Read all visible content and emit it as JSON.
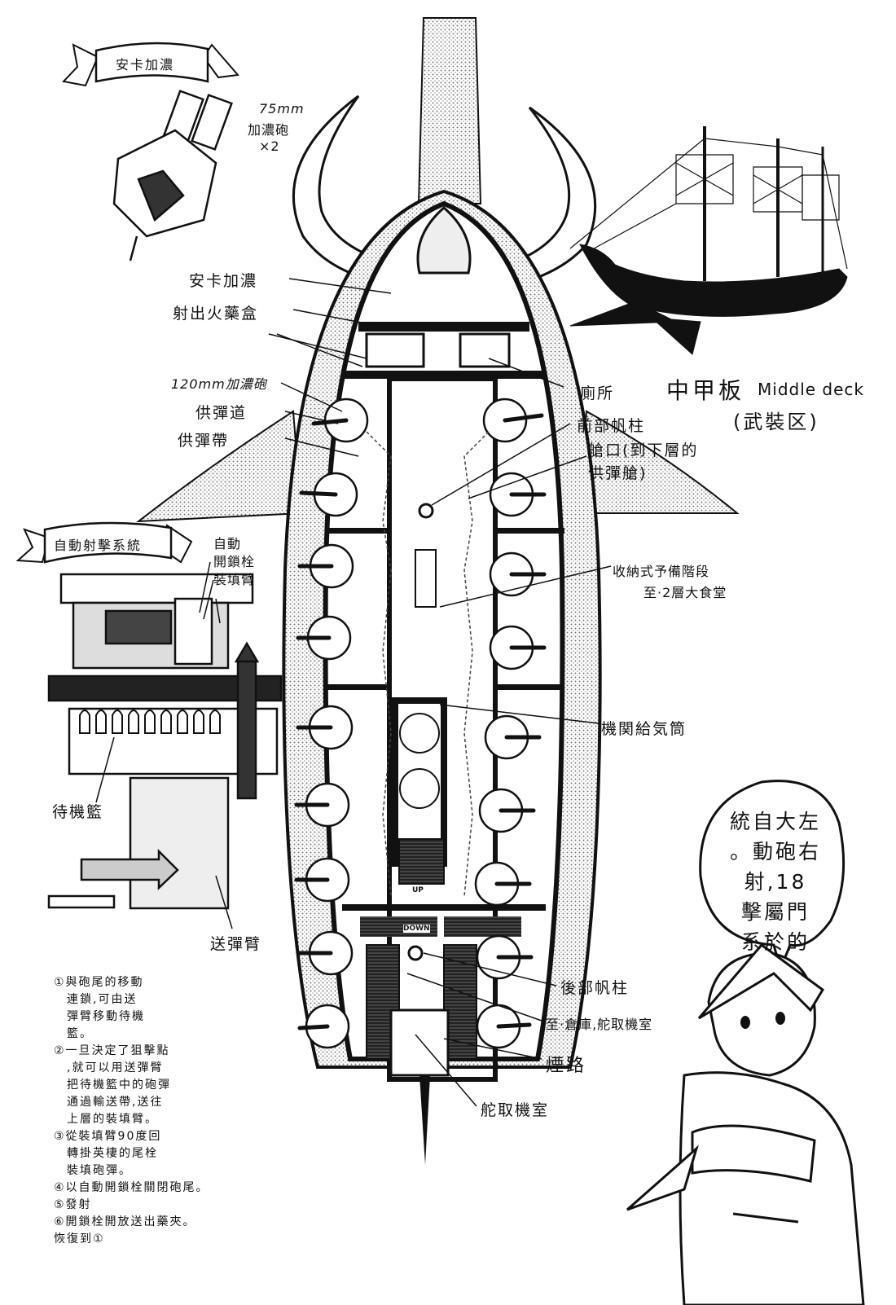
{
  "titles": {
    "deck_zh": "中甲板",
    "deck_en": "Middle deck",
    "zone": "(武裝区)"
  },
  "banners": {
    "top": "安卡加濃",
    "left": "自動射擊系統"
  },
  "inset_top": {
    "cannon_size": "75mm",
    "cannon_name": "加濃砲",
    "count": "×2"
  },
  "inset_left": {
    "lock_1": "自動",
    "lock_2": "開鎖栓",
    "load_arm": "裝填臂",
    "rack": "待機籃",
    "feed_arm": "送彈臂"
  },
  "labels_left": {
    "ancaganon": "安卡加濃",
    "powder": "射出火藥盒",
    "cannon120": "120mm加濃砲",
    "feed_path": "供彈道",
    "feed_belt": "供彈帶"
  },
  "labels_right": {
    "toilet": "廁所",
    "fore_mast": "前部帆柱",
    "hatch_1": "艙口(到下層的",
    "hatch_2": "供彈艙)",
    "stairs_1": "收納式予備階段",
    "stairs_2": "至·2層大食堂",
    "intake": "機関給気筒",
    "aft_mast": "後部帆柱",
    "to_storage": "至·倉庫,舵取機室",
    "flue": "煙路",
    "steering": "舵取機室"
  },
  "deck_marks": {
    "up": "UP",
    "down": "DOWN"
  },
  "steps": [
    "①與砲尾的移動",
    "　連鎖,可由送",
    "　彈臂移動待機",
    "　籃。",
    "②一旦決定了狙擊點",
    "　,就可以用送彈臂",
    "　把待機籃中的砲彈",
    "　通過輸送帶,送往",
    "　上層的裝填臂。",
    "③從裝填臂90度回",
    "　轉掛英棲的尾栓",
    "　裝填砲彈。",
    "④以自動開鎖栓關閉砲尾。",
    "⑤發射",
    "⑥開鎖栓開放送出藥夾。",
    "恢復到①"
  ],
  "speech": [
    "統自大左",
    "。動砲右",
    "射,18",
    "擊屬門",
    "系於的"
  ]
}
